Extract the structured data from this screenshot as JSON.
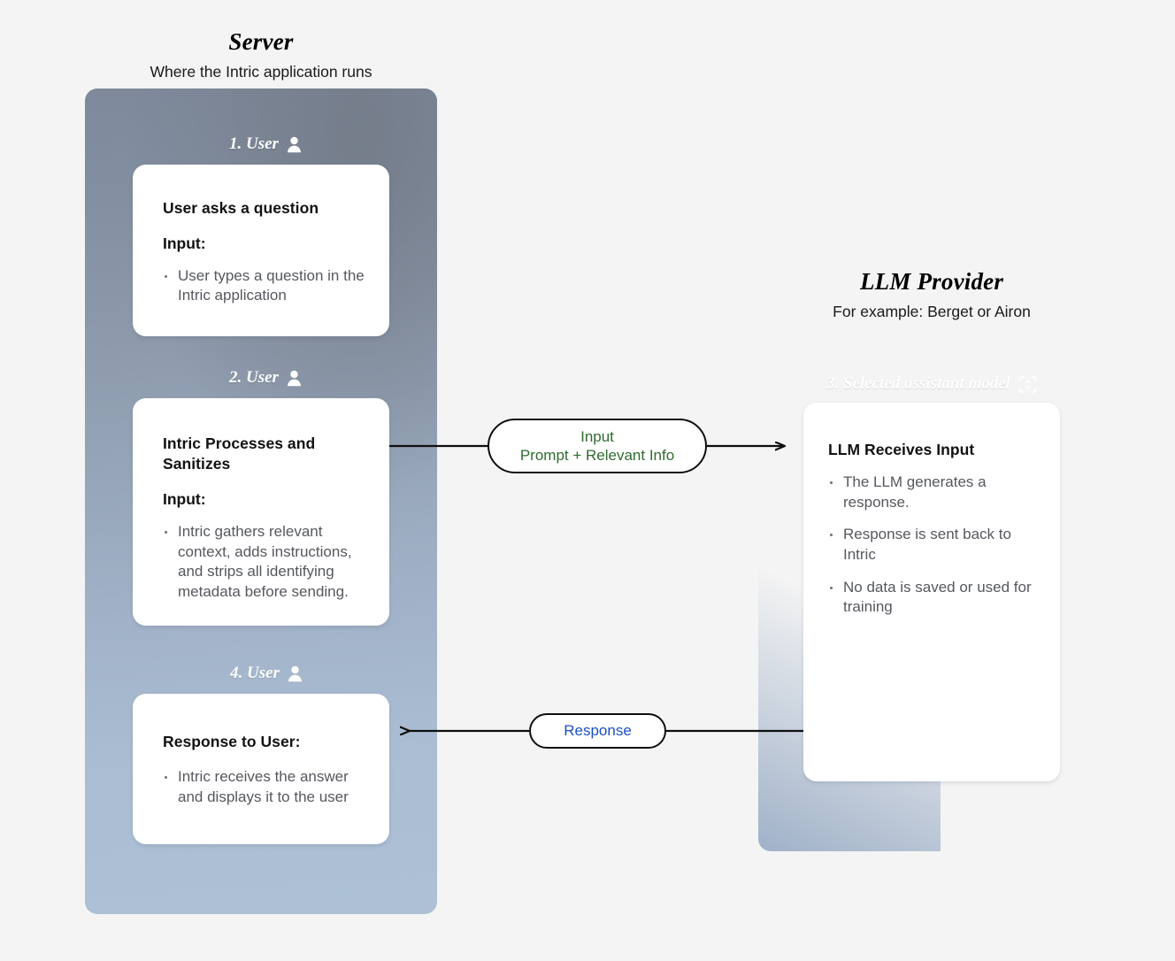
{
  "background_color": "#f4f4f4",
  "columns": {
    "server": {
      "title": "Server",
      "subtitle": "Where the Intric application runs",
      "panel_gradient_from": "#7e8a9c",
      "panel_gradient_to": "#adc0d6"
    },
    "llm_provider": {
      "title": "LLM Provider",
      "subtitle": "For example: Berget or Airon",
      "panel_gradient_from": "#8d99ab",
      "panel_gradient_to": "#e9e5df"
    }
  },
  "steps": [
    {
      "id": "step-1",
      "label": "1. User",
      "icon": "user-icon",
      "card": {
        "title": "User asks a question",
        "sublabel": "Input:",
        "bullets": [
          "User types a question in the Intric application"
        ]
      }
    },
    {
      "id": "step-2",
      "label": "2. User",
      "icon": "user-icon",
      "card": {
        "title": "Intric Processes and Sanitizes",
        "sublabel": "Input:",
        "bullets": [
          "Intric gathers relevant context, adds instructions, and strips all identifying metadata before sending."
        ]
      }
    },
    {
      "id": "step-3",
      "label": "3. Selected assistant model",
      "icon": "model-target-icon",
      "card": {
        "title": "LLM Receives Input",
        "sublabel": "",
        "bullets": [
          "The LLM generates a response.",
          "Response is sent back to Intric",
          "No data is saved or used for training"
        ]
      }
    },
    {
      "id": "step-4",
      "label": "4. User",
      "icon": "user-icon",
      "card": {
        "title": "Response to User:",
        "sublabel": "",
        "bullets": [
          "Intric receives the answer and displays it to the user"
        ]
      }
    }
  ],
  "edges": [
    {
      "id": "edge-input",
      "direction": "server-to-llm",
      "line_1": "Input",
      "line_2": "Prompt + Relevant Info",
      "text_color": "#2f6b2f"
    },
    {
      "id": "edge-response",
      "direction": "llm-to-server",
      "line_1": "Response",
      "line_2": "",
      "text_color": "#1b4fc4"
    }
  ]
}
